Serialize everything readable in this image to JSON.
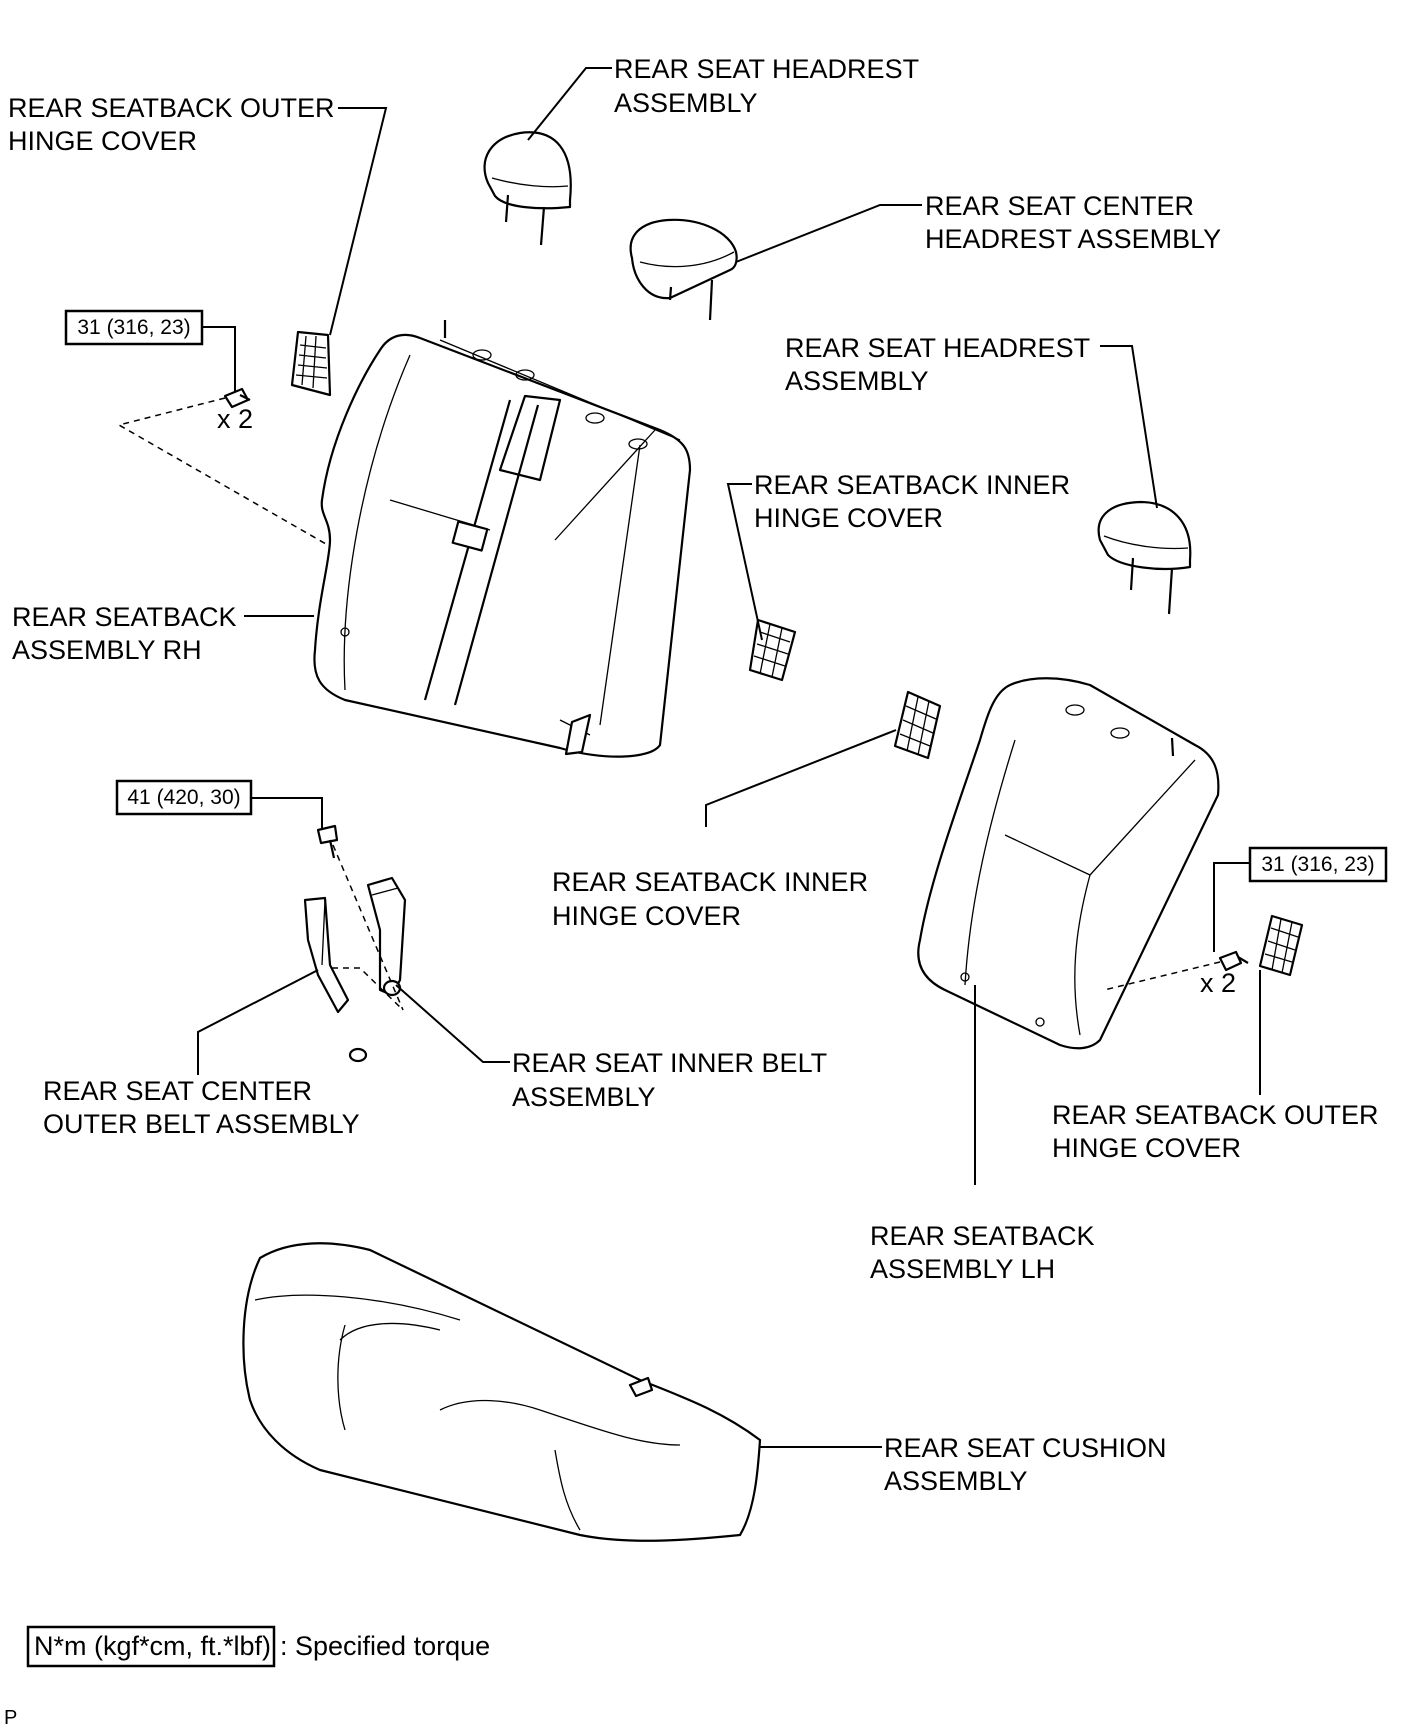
{
  "labels": {
    "rh_outer_hinge_cover": [
      "REAR SEATBACK OUTER",
      "HINGE COVER"
    ],
    "headrest_rh": [
      "REAR SEAT HEADREST",
      "ASSEMBLY"
    ],
    "center_headrest": [
      "REAR SEAT CENTER",
      "HEADREST ASSEMBLY"
    ],
    "headrest_lh": [
      "REAR SEAT HEADREST",
      "ASSEMBLY"
    ],
    "inner_hinge_cover_upper": [
      "REAR SEATBACK INNER",
      "HINGE COVER"
    ],
    "seatback_rh": [
      "REAR SEATBACK",
      "ASSEMBLY RH"
    ],
    "inner_hinge_cover_lower": [
      "REAR SEATBACK INNER",
      "HINGE COVER"
    ],
    "inner_belt": [
      "REAR SEAT INNER BELT",
      "ASSEMBLY"
    ],
    "center_outer_belt": [
      "REAR SEAT CENTER",
      "OUTER BELT ASSEMBLY"
    ],
    "lh_outer_hinge_cover": [
      "REAR SEATBACK OUTER",
      "HINGE COVER"
    ],
    "seatback_lh": [
      "REAR SEATBACK",
      "ASSEMBLY LH"
    ],
    "seat_cushion": [
      "REAR SEAT CUSHION",
      "ASSEMBLY"
    ]
  },
  "torques": {
    "rh_seatback_bolt": "31 (316, 23)",
    "belt_bolt": "41 (420, 30)",
    "lh_seatback_bolt": "31 (316, 23)"
  },
  "quantities": {
    "rh_bolts": "x 2",
    "lh_bolts": "x 2"
  },
  "legend": {
    "unit": "N*m (kgf*cm, ft.*lbf)",
    "description": ": Specified torque"
  },
  "corner_mark": "P"
}
